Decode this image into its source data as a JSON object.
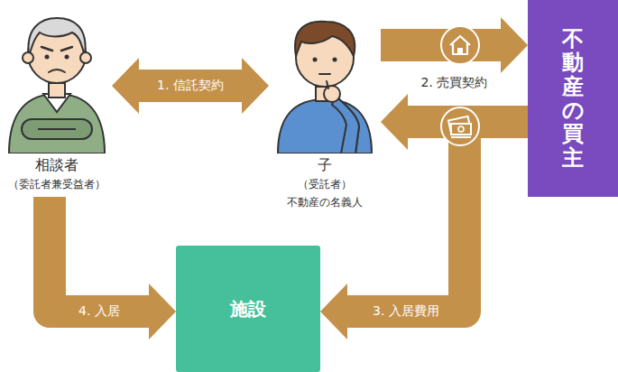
{
  "diagram": {
    "nodes": [
      {
        "text": [
          "相談者",
          "（委託者兼受益者）"
        ]
      },
      {
        "text": [
          "子",
          "（受託者）",
          "不動産の名義人"
        ]
      },
      {
        "text": [
          "不動産の買主"
        ]
      },
      {
        "text": [
          "施設"
        ]
      }
    ],
    "edges": [
      {
        "from": 0,
        "to": 1,
        "arrow": "both",
        "label": "1. 信託契約"
      },
      {
        "from": 1,
        "to": 2,
        "arrow": "to",
        "label": "2. 売買契約"
      },
      {
        "from": 2,
        "to": 1,
        "arrow": "to"
      },
      {
        "from": 2,
        "to": 3,
        "arrow": "to",
        "label": "3. 入居費用"
      },
      {
        "from": 0,
        "to": 3,
        "arrow": "to",
        "label": "4. 入居"
      }
    ]
  }
}
